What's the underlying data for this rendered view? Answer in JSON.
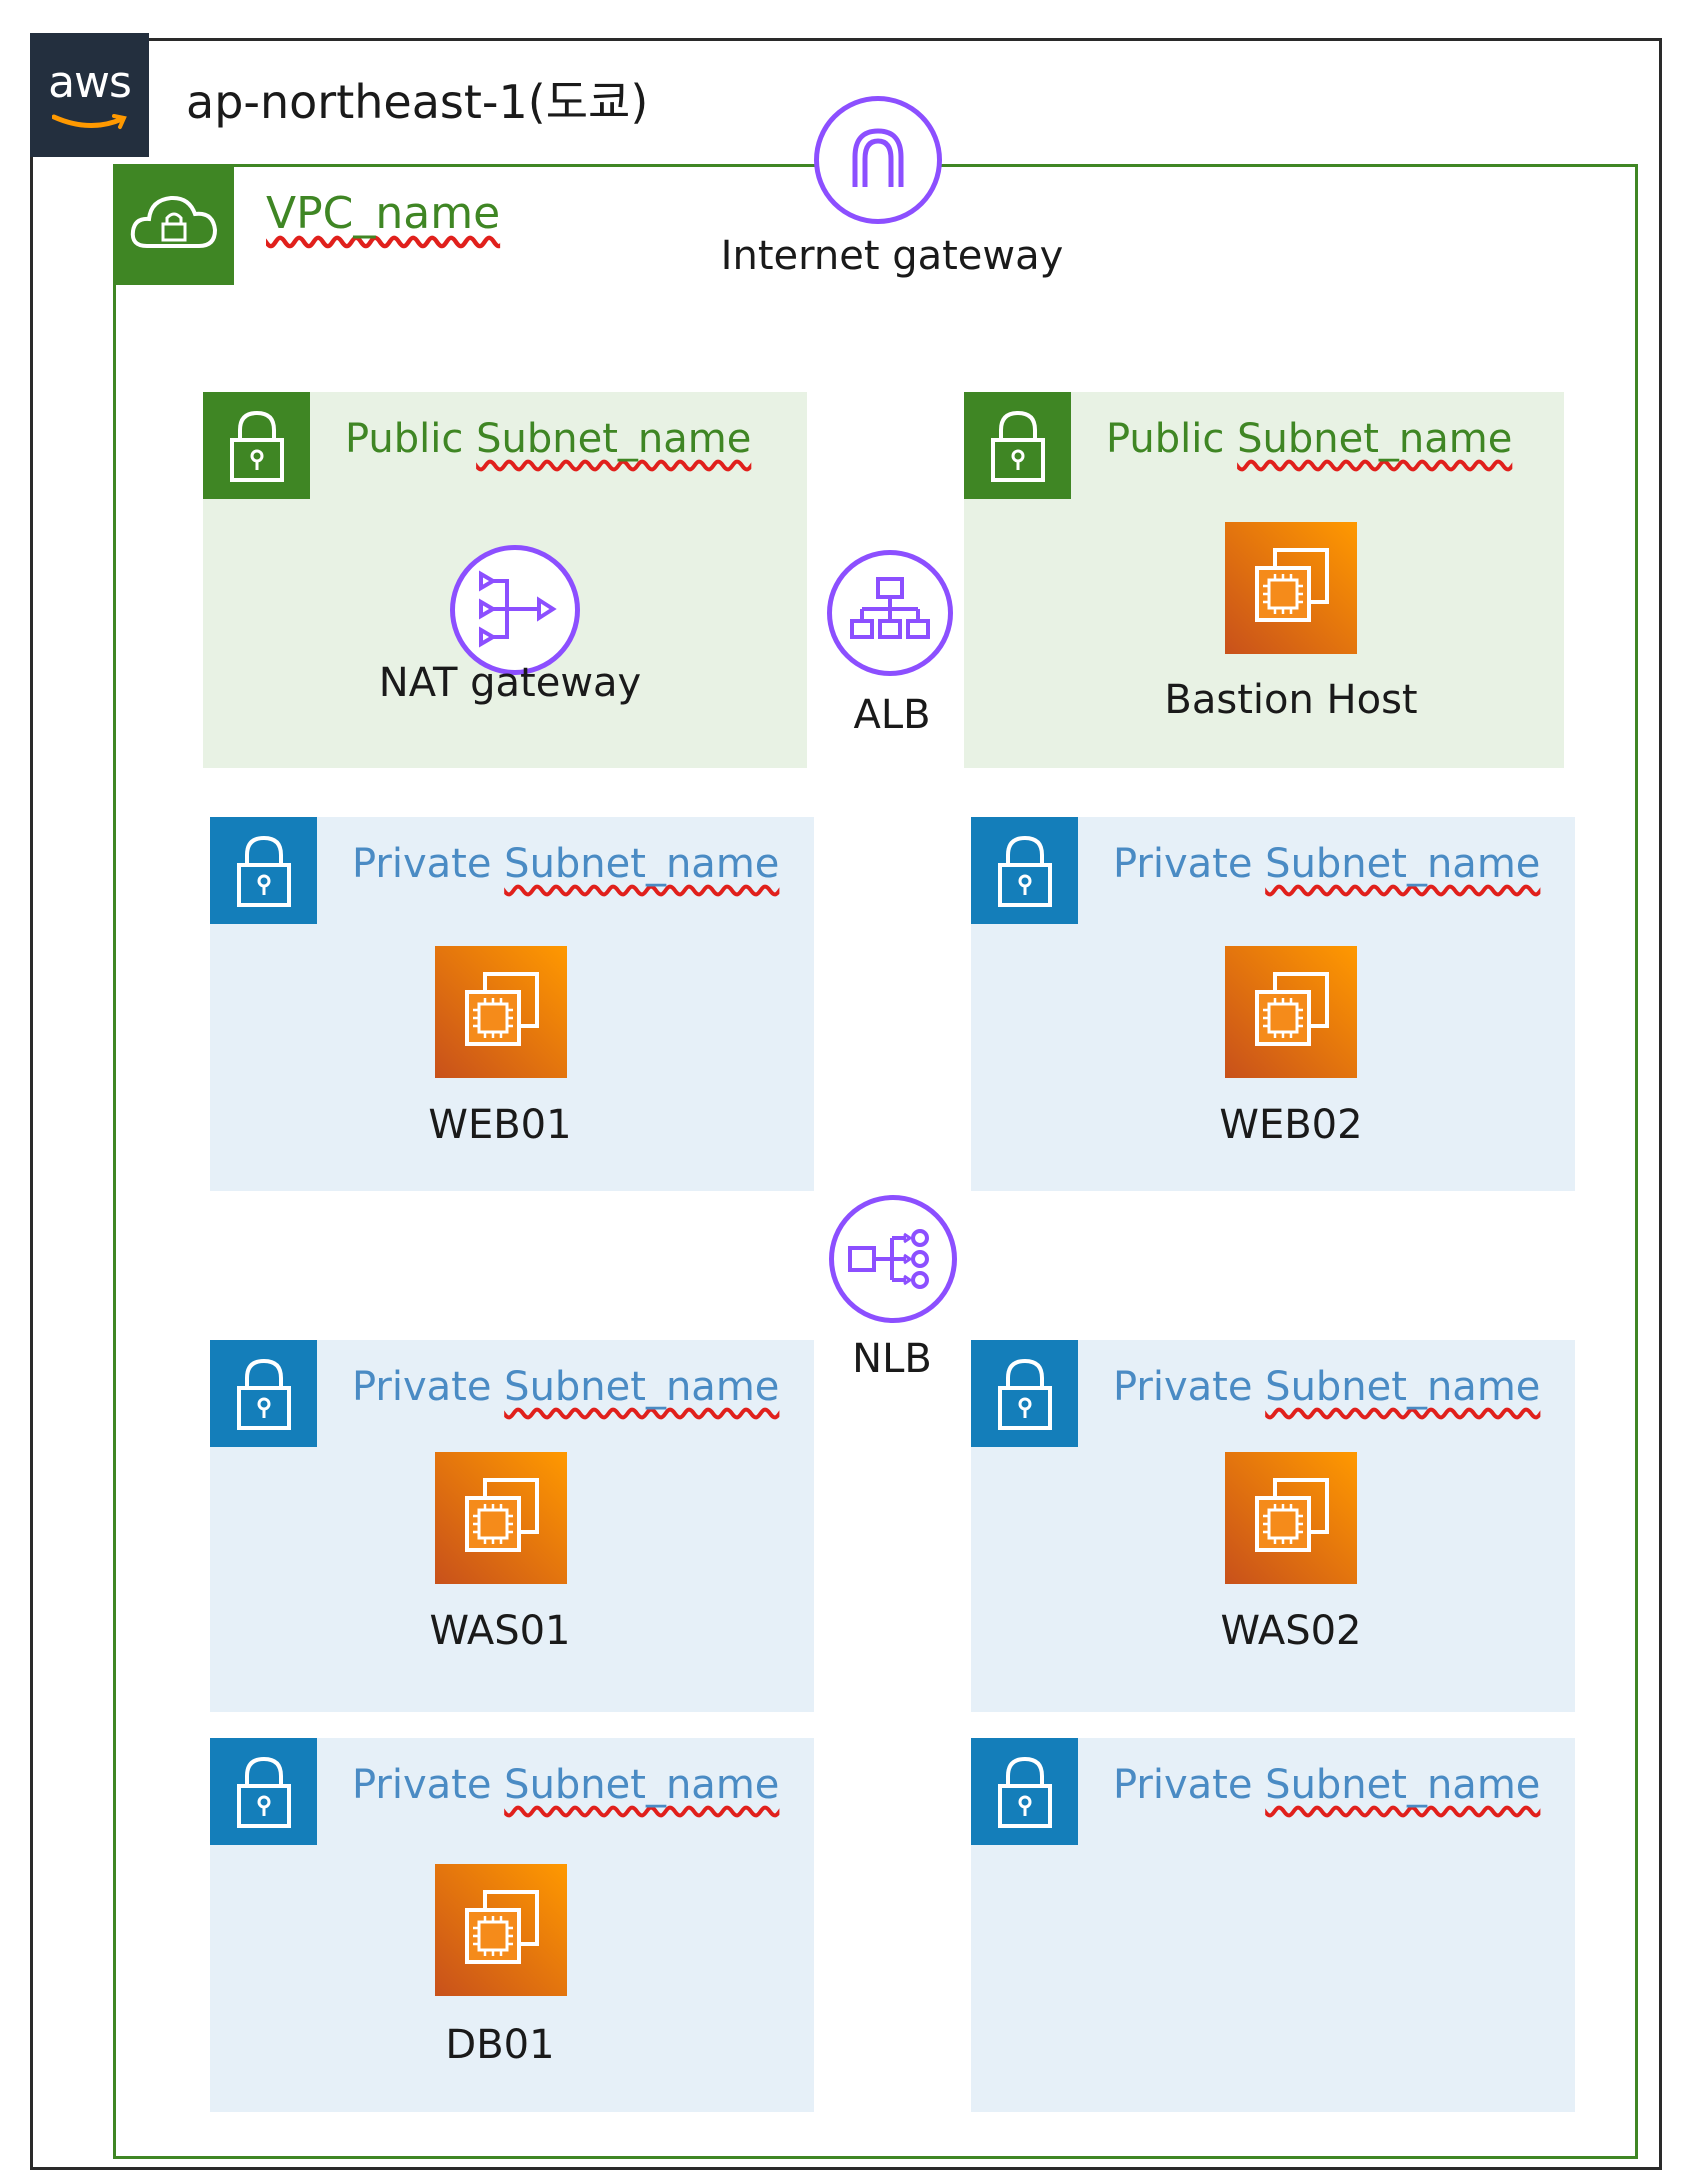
{
  "region": {
    "title": "ap-northeast-1(도쿄)",
    "logo_text": "aws"
  },
  "vpc": {
    "title": "VPC_name"
  },
  "internet_gateway": {
    "label": "Internet gateway"
  },
  "alb": {
    "label": "ALB"
  },
  "nlb": {
    "label": "NLB"
  },
  "subnets": [
    {
      "kind": "public",
      "title_prefix": "Public ",
      "title_name": "Subnet_name",
      "resource": "NAT gateway"
    },
    {
      "kind": "public",
      "title_prefix": "Public ",
      "title_name": "Subnet_name",
      "resource": "Bastion Host"
    },
    {
      "kind": "private",
      "title_prefix": "Private ",
      "title_name": "Subnet_name",
      "resource": "WEB01"
    },
    {
      "kind": "private",
      "title_prefix": "Private ",
      "title_name": "Subnet_name",
      "resource": "WEB02"
    },
    {
      "kind": "private",
      "title_prefix": "Private ",
      "title_name": "Subnet_name",
      "resource": "WAS01"
    },
    {
      "kind": "private",
      "title_prefix": "Private ",
      "title_name": "Subnet_name",
      "resource": "WAS02"
    },
    {
      "kind": "private",
      "title_prefix": "Private ",
      "title_name": "Subnet_name",
      "resource": "DB01"
    },
    {
      "kind": "private",
      "title_prefix": "Private ",
      "title_name": "Subnet_name",
      "resource": ""
    }
  ],
  "colors": {
    "aws_dark": "#232f3e",
    "vpc_green": "#3f8624",
    "public_fill": "#e8f2e4",
    "private_blue": "#147eba",
    "private_fill": "#e6f0f8",
    "network_purple": "#8c4fff",
    "ec2_orange": "#ff9900"
  },
  "icons": [
    "aws-logo",
    "cloud-lock-icon",
    "padlock-icon",
    "ec2-instance-icon",
    "internet-gateway-icon",
    "nat-gateway-icon",
    "alb-icon",
    "nlb-icon"
  ]
}
